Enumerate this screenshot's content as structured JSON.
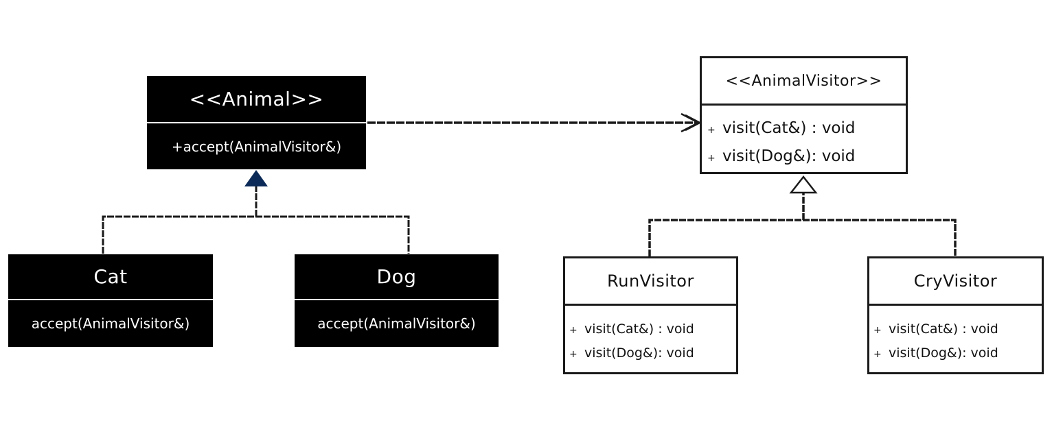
{
  "classes": {
    "animal": {
      "title": "<<Animal>>",
      "method": "+accept(AnimalVisitor&)"
    },
    "cat": {
      "title": "Cat",
      "method": "accept(AnimalVisitor&)"
    },
    "dog": {
      "title": "Dog",
      "method": "accept(AnimalVisitor&)"
    },
    "animal_visitor": {
      "title": "<<AnimalVisitor>>",
      "ops": [
        {
          "vis": "+",
          "sig": "visit(Cat&) : void"
        },
        {
          "vis": "+",
          "sig": "visit(Dog&): void"
        }
      ]
    },
    "run_visitor": {
      "title": "RunVisitor",
      "ops": [
        {
          "vis": "+",
          "sig": "visit(Cat&) : void"
        },
        {
          "vis": "+",
          "sig": "visit(Dog&): void"
        }
      ]
    },
    "cry_visitor": {
      "title": "CryVisitor",
      "ops": [
        {
          "vis": "+",
          "sig": "visit(Cat&) : void"
        },
        {
          "vis": "+",
          "sig": "visit(Dog&): void"
        }
      ]
    }
  },
  "colors": {
    "dark_box": "#000000",
    "sketch_line": "#1a1a1a",
    "inheritance_arrow_fill": "#0b2a57"
  }
}
